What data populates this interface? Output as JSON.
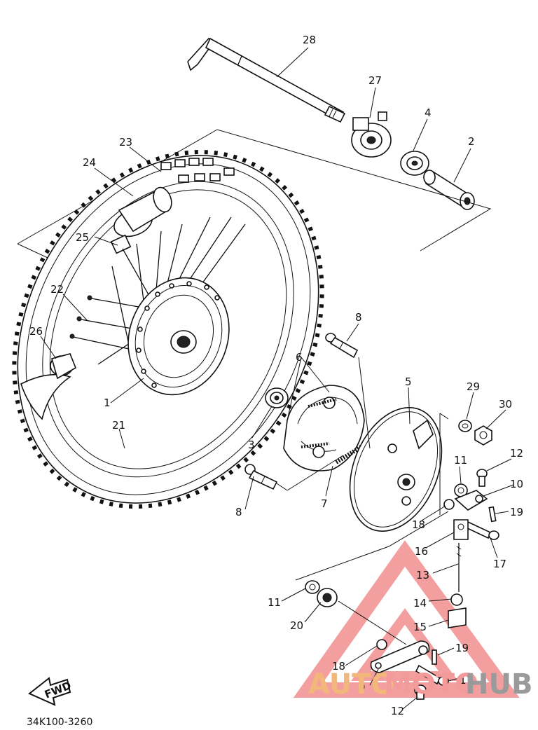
{
  "callouts": [
    "28",
    "27",
    "4",
    "2",
    "23",
    "24",
    "25",
    "22",
    "26",
    "1",
    "21",
    "8",
    "6",
    "5",
    "29",
    "30",
    "3",
    "12",
    "11",
    "10",
    "19",
    "7",
    "18",
    "17",
    "16",
    "13",
    "14",
    "15",
    "11",
    "20",
    "18",
    "19",
    "9",
    "17",
    "12",
    "8"
  ],
  "diagram_code": "34K100-3260",
  "fwd_label": "FWD",
  "watermark": {
    "part1": "AUTO",
    "part2": "MOTO",
    "part3": "HUB"
  },
  "colors": {
    "line": "#111111",
    "watermark_orange": "#f2b77a",
    "watermark_red": "#f08080",
    "watermark_gray": "#9a9a9a"
  }
}
